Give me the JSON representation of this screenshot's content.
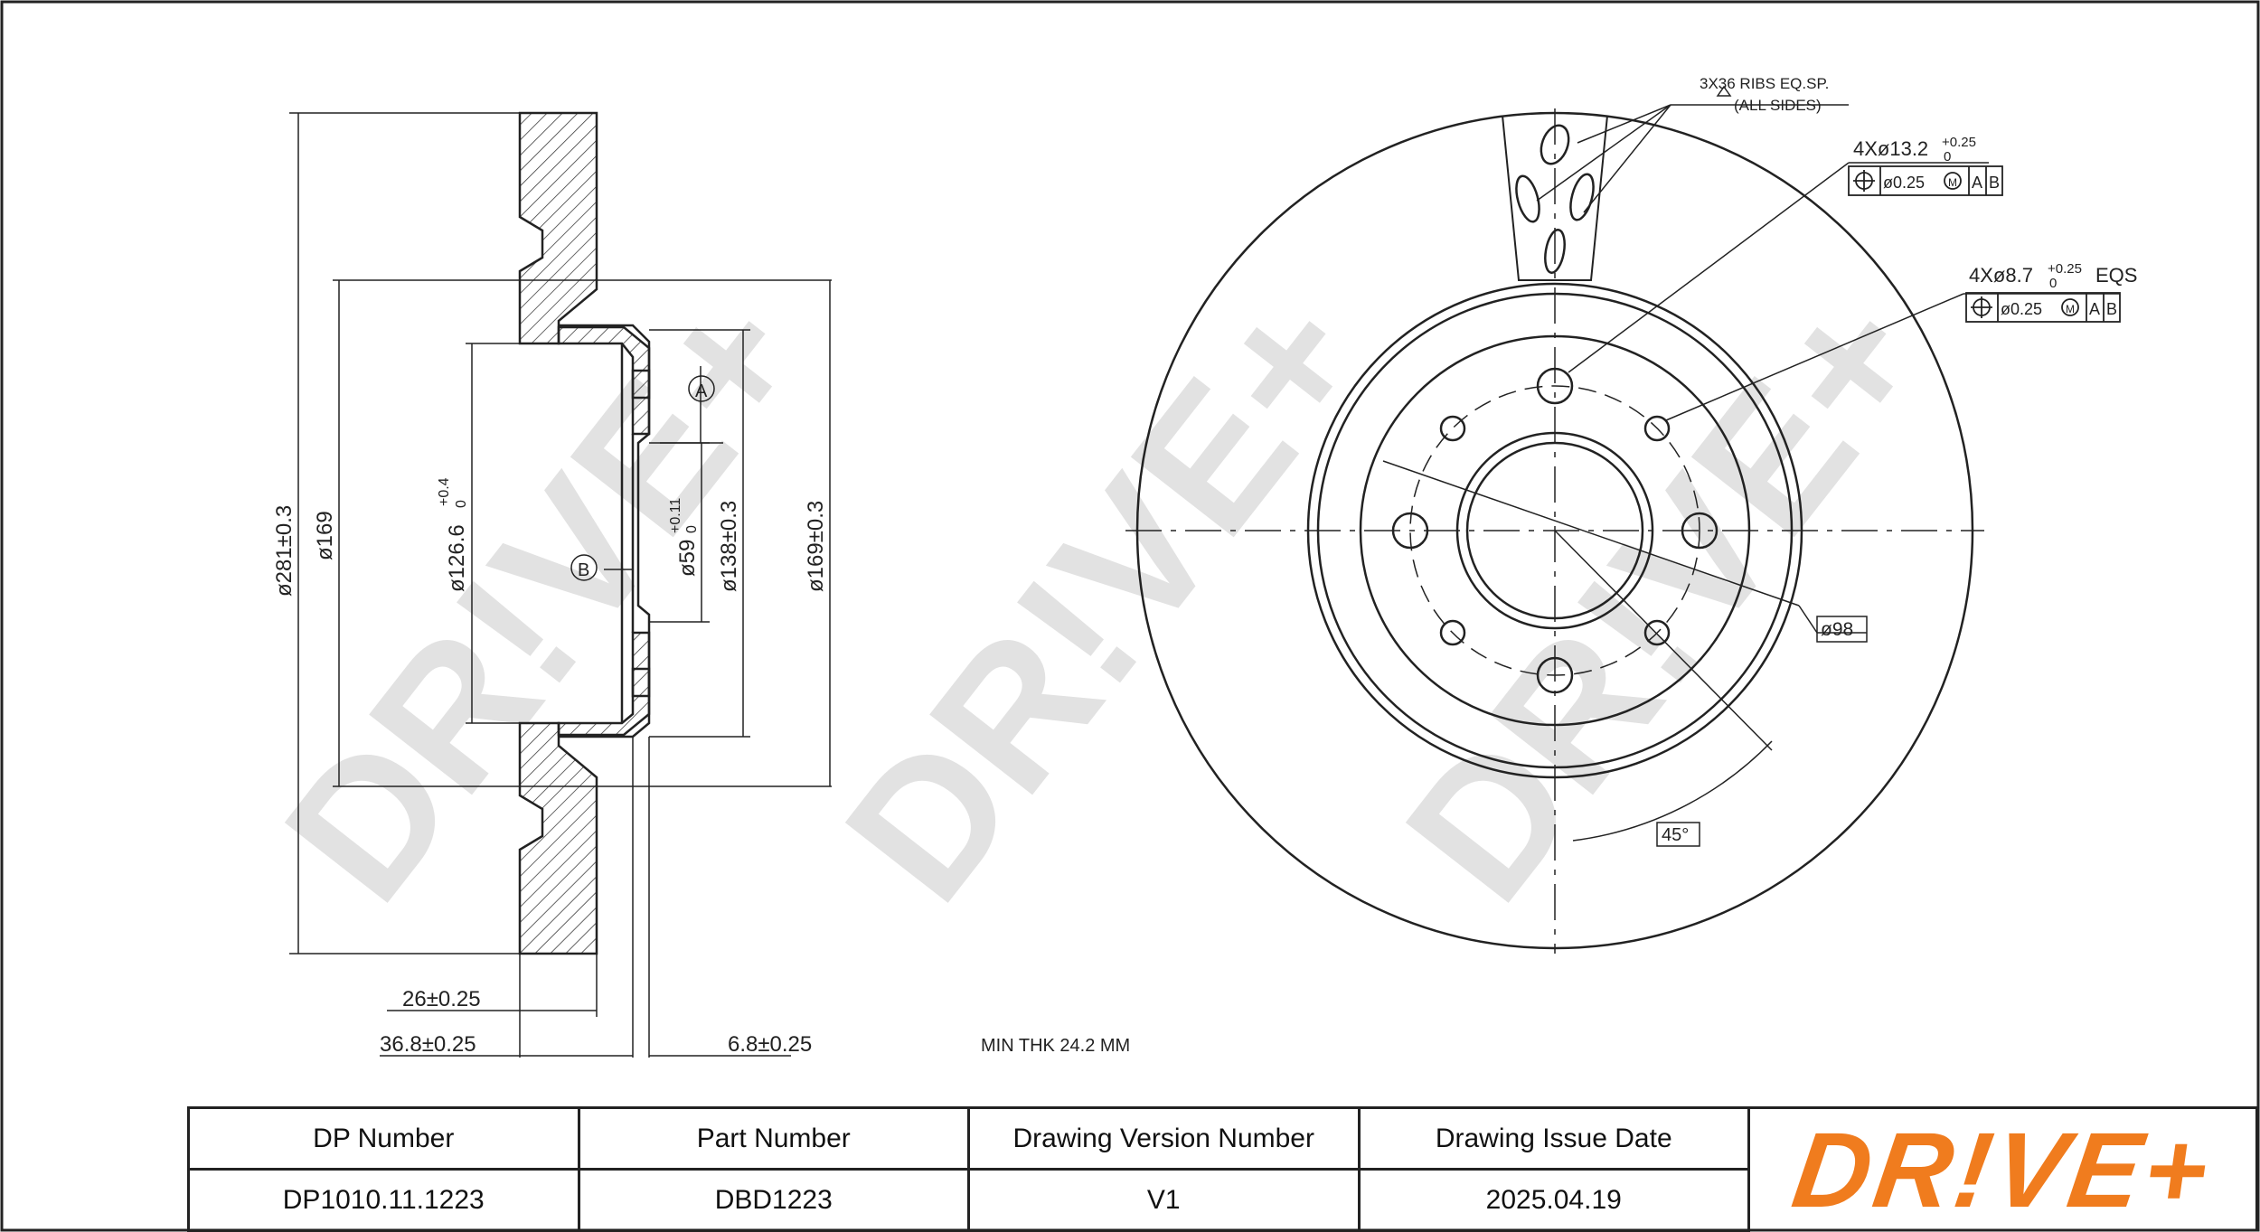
{
  "watermark": "DR!VE+",
  "side_view": {
    "dia_281": "ø281±0.3",
    "dia_169": "ø169",
    "dia_126": "ø126.6",
    "dia_126_tol": "+0.4",
    "dia_126_tol0": "0",
    "dia_59": "ø59",
    "dia_59_tol": "+0.11",
    "dia_59_tol0": "0",
    "dia_138": "ø138±0.3",
    "dia_169_tol": "ø169±0.3",
    "datum_a": "A",
    "datum_b": "B",
    "thk_26": "26±0.25",
    "thk_368": "36.8±0.25",
    "thk_68": "6.8±0.25",
    "min_thk": "MIN THK 24.2 MM"
  },
  "front_view": {
    "ribs": "3X36  RIBS  EQ.SP.",
    "all_sides": "(ALL SIDES)",
    "holes_big": "4Xø13.2",
    "holes_big_tol": "+0.25",
    "holes_big_tol0": "0",
    "holes_small": "4Xø8.7",
    "holes_small_tol": "+0.25",
    "holes_small_tol0": "0",
    "holes_small_eqs": "EQS",
    "fcf_tol": "ø0.25",
    "fcf_m": "M",
    "fcf_a": "A",
    "fcf_b": "B",
    "pcd": "ø98",
    "angle": "45°"
  },
  "title_block": {
    "headers": [
      "DP Number",
      "Part Number",
      "Drawing Version Number",
      "Drawing Issue Date"
    ],
    "values": [
      "DP1010.11.1223",
      "DBD1223",
      "V1",
      "2025.04.19"
    ],
    "logo": "DR!VE+"
  }
}
